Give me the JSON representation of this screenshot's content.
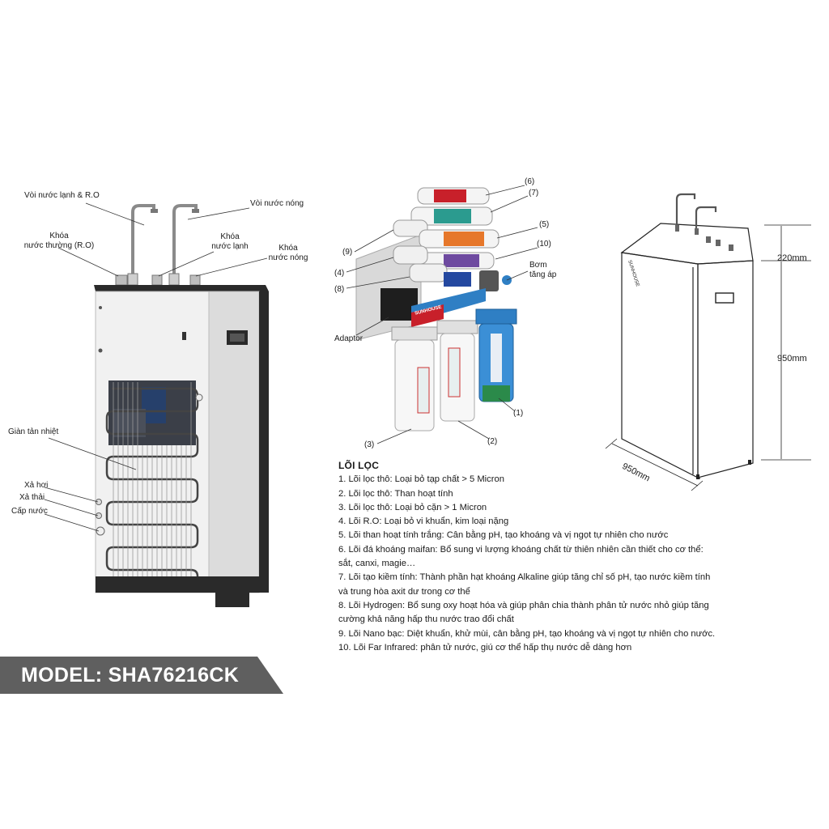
{
  "left_labels": {
    "cold_ro_tap": "Vòi nước lạnh & R.O",
    "hot_tap": "Vòi nước nóng",
    "normal_lock": [
      "Khóa",
      "nước thường (R.O)"
    ],
    "cold_lock": [
      "Khóa",
      "nước lạnh"
    ],
    "hot_lock": [
      "Khóa",
      "nước nóng"
    ],
    "radiator": "Giàn tản nhiệt",
    "steam_vent": "Xả hơi",
    "drain": "Xả thải",
    "water_supply": "Cấp nước"
  },
  "filter_numbers": [
    "(1)",
    "(2)",
    "(3)",
    "(4)",
    "(5)",
    "(6)",
    "(7)",
    "(8)",
    "(9)",
    "(10)"
  ],
  "filter_labels": {
    "pump": [
      "Bơm",
      "tăng áp"
    ],
    "adaptor": "Adaptor",
    "brand": "SUNHOUSE"
  },
  "dimensions": {
    "top": "220mm",
    "height": "950mm",
    "depth": "950mm"
  },
  "specs": {
    "title": "LÕI LỌC",
    "items": [
      "1. Lõi lọc thô: Loại bỏ tạp chất > 5 Micron",
      "2. Lõi lọc thô: Than hoạt tính",
      "3. Lõi lọc thô: Loại bỏ cặn > 1 Micron",
      "4. Lõi R.O: Loại bỏ vi khuẩn, kim loại nặng",
      "5. Lõi than hoạt tính trắng: Cân bằng pH, tạo khoáng và vị ngọt tự nhiên cho nước",
      "6. Lõi đá khoáng maifan: Bổ sung vi lượng khoáng chất từ thiên nhiên cần thiết cho cơ thể:",
      "sắt, canxi, magie…",
      "7. Lõi tạo kiềm tính: Thành phần hạt khoáng Alkaline giúp tăng chỉ số pH, tạo nước kiềm tính",
      "và trung hòa axit dư trong cơ thể",
      "8. Lõi Hydrogen: Bổ sung oxy hoạt hóa và giúp phân chia thành phân tử nước nhỏ giúp tăng",
      "cường khả năng hấp thu nước trao đổi chất",
      "9. Lõi Nano bạc: Diệt khuẩn, khử mùi, cân bằng pH, tạo khoáng và vị ngọt tự nhiên cho nước.",
      "10. Lõi Far Infrared: phân tử nước, giú cơ thể hấp thụ nước dễ dàng hơn"
    ]
  },
  "model": "MODEL: SHA76216CK",
  "colors": {
    "banner": "#5f5f5f",
    "cabinet_dark": "#2a2a2a",
    "cabinet_light": "#eeeeee",
    "housing_blue": "#2f7fc4",
    "brand_red": "#c8202a"
  }
}
